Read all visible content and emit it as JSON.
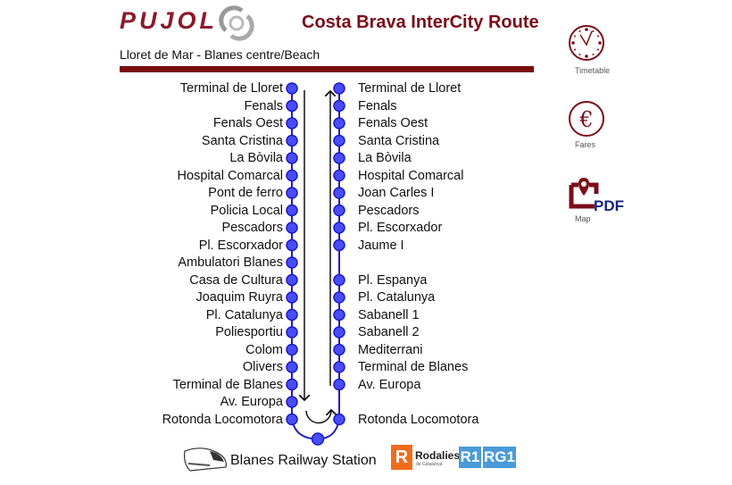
{
  "header": {
    "logo": "PUJOL",
    "title": "Costa Brava InterCity Route",
    "subtitle": "Lloret de Mar - Blanes centre/Beach"
  },
  "route": {
    "outbound": [
      "Terminal de Lloret",
      "Fenals",
      "Fenals Oest",
      "Santa Cristina",
      "La Bòvila",
      "Hospital Comarcal",
      "Pont de ferro",
      "Policia Local",
      "Pescadors",
      "Pl. Escorxador",
      "Ambulatori Blanes",
      "Casa de Cultura",
      "Joaquim Ruyra",
      "Pl. Catalunya",
      "Poliesportiu",
      "Colom",
      "Olivers",
      "Terminal de Blanes",
      "Av. Europa",
      "Rotonda Locomotora"
    ],
    "inbound": [
      "Terminal de Lloret",
      "Fenals",
      "Fenals Oest",
      "Santa Cristina",
      "La Bòvila",
      "Hospital Comarcal",
      "Joan Carles I",
      "Pescadors",
      "Pl. Escorxador",
      "Jaume I",
      "",
      "Pl. Espanya",
      "Pl. Catalunya",
      "Sabanell 1",
      "Sabanell 2",
      "Mediterrani",
      "Terminal de Blanes",
      "Av. Europa",
      "",
      "Rotonda Locomotora"
    ],
    "line_color": "#2020c0",
    "stop_color": "#4a4cf5"
  },
  "links": {
    "timetable": "Timetable",
    "fares": "Fares",
    "map": "Map",
    "pdf": "PDF"
  },
  "footer": {
    "station": "Blanes Railway Station",
    "rodalies": "Rodalies",
    "rodalies_sub": "de Catalunya",
    "r_logo": "R",
    "lines": [
      "R1",
      "RG1"
    ]
  },
  "colors": {
    "brand": "#7a0d1a",
    "rodalies": "#f26b1d",
    "line_badge": "#4a9ad8"
  }
}
